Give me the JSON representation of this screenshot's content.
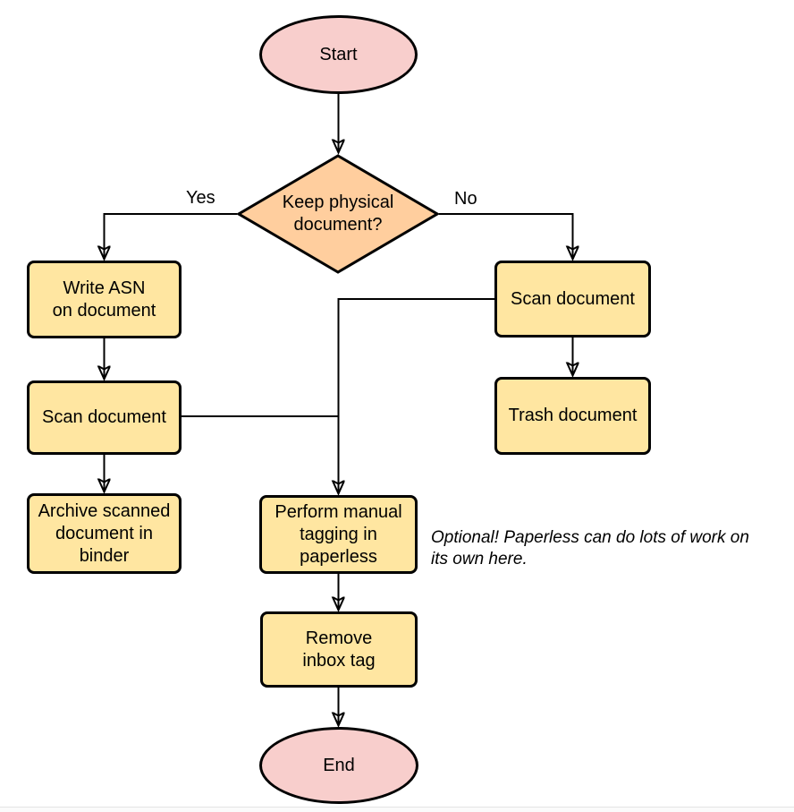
{
  "diagram": {
    "nodes": {
      "start": {
        "label": "Start",
        "shape": "ellipse"
      },
      "keep_physical": {
        "label": "Keep physical\ndocument?",
        "shape": "diamond"
      },
      "write_asn": {
        "label": "Write ASN\non document",
        "shape": "rect"
      },
      "scan_left": {
        "label": "Scan document",
        "shape": "rect"
      },
      "archive": {
        "label": "Archive scanned\ndocument in\nbinder",
        "shape": "rect"
      },
      "scan_right": {
        "label": "Scan document",
        "shape": "rect"
      },
      "trash": {
        "label": "Trash document",
        "shape": "rect"
      },
      "tagging": {
        "label": "Perform manual\ntagging in\npaperless",
        "shape": "rect"
      },
      "remove_inbox": {
        "label": "Remove\ninbox tag",
        "shape": "rect"
      },
      "end": {
        "label": "End",
        "shape": "ellipse"
      }
    },
    "edge_labels": {
      "yes": "Yes",
      "no": "No"
    },
    "note": "Optional! Paperless can do lots of work on\nits own here.",
    "colors": {
      "terminator_fill": "#f8cecc",
      "decision_fill": "#ffce9e",
      "process_fill": "#ffe6a1",
      "node_stroke": "#000000",
      "edge_stroke": "#000000",
      "text": "#000000",
      "background": "#ffffff"
    }
  }
}
